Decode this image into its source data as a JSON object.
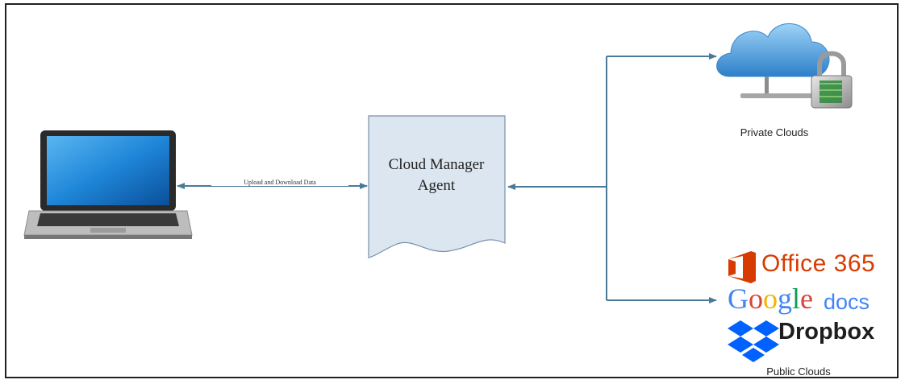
{
  "diagram": {
    "agent": {
      "line1": "Cloud Manager",
      "line2": "Agent"
    },
    "connection_label": "Upload and Download Data",
    "private_clouds_caption": "Private Clouds",
    "public_clouds_caption": "Public Clouds",
    "public_services": {
      "office": "Office 365",
      "google_letters": [
        "G",
        "o",
        "o",
        "g",
        "l",
        "e"
      ],
      "google_suffix": "docs",
      "dropbox": "Dropbox"
    },
    "colors": {
      "arrow": "#4a7a98",
      "document_fill": "#dce6f1",
      "office_brand": "#d83b01",
      "dropbox_brand": "#0061fe"
    },
    "icons": [
      "laptop-icon",
      "private-cloud-icon",
      "padlock-icon",
      "office-logo-icon",
      "dropbox-logo-icon"
    ]
  }
}
